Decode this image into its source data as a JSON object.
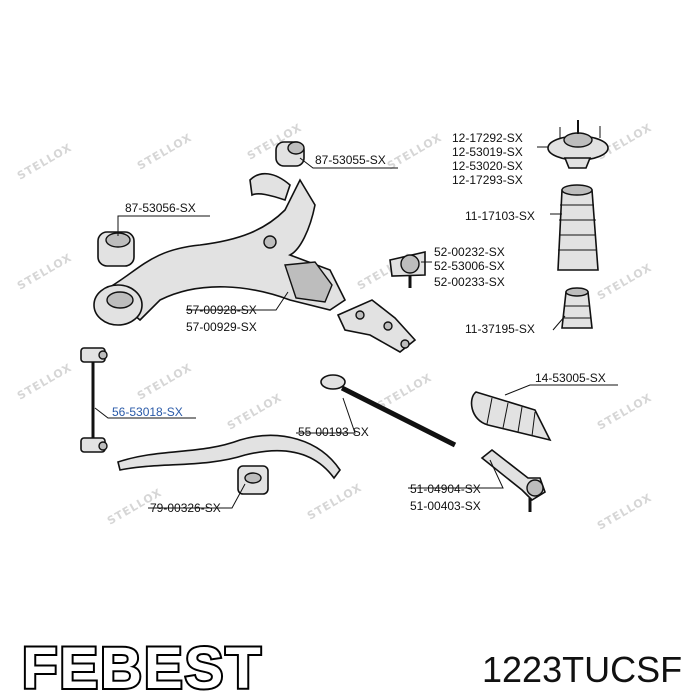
{
  "watermark": "STELLOX",
  "labels": [
    {
      "id": "l1",
      "text": "87-53055-SX"
    },
    {
      "id": "l2",
      "text": "87-53056-SX"
    },
    {
      "id": "l3",
      "text": "12-17292-SX"
    },
    {
      "id": "l4",
      "text": "12-53019-SX"
    },
    {
      "id": "l5",
      "text": "12-53020-SX"
    },
    {
      "id": "l6",
      "text": "12-17293-SX"
    },
    {
      "id": "l7",
      "text": "11-17103-SX"
    },
    {
      "id": "l8",
      "text": "52-00232-SX"
    },
    {
      "id": "l9",
      "text": "52-53006-SX"
    },
    {
      "id": "l10",
      "text": "52-00233-SX"
    },
    {
      "id": "l11",
      "text": "57-00928-SX"
    },
    {
      "id": "l12",
      "text": "57-00929-SX"
    },
    {
      "id": "l13",
      "text": "11-37195-SX"
    },
    {
      "id": "l14",
      "text": "14-53005-SX"
    },
    {
      "id": "l15",
      "text": "56-53018-SX"
    },
    {
      "id": "l16",
      "text": "55-00193-SX"
    },
    {
      "id": "l17",
      "text": "51-04904-SX"
    },
    {
      "id": "l18",
      "text": "51-00403-SX"
    },
    {
      "id": "l19",
      "text": "79-00326-SX"
    }
  ],
  "footer": {
    "brand": "FEBEST",
    "part_code": "1223TUCSF"
  },
  "colors": {
    "highlight": "#2a5aa8",
    "ink": "#111111",
    "watermark": "#d6d6d6"
  }
}
